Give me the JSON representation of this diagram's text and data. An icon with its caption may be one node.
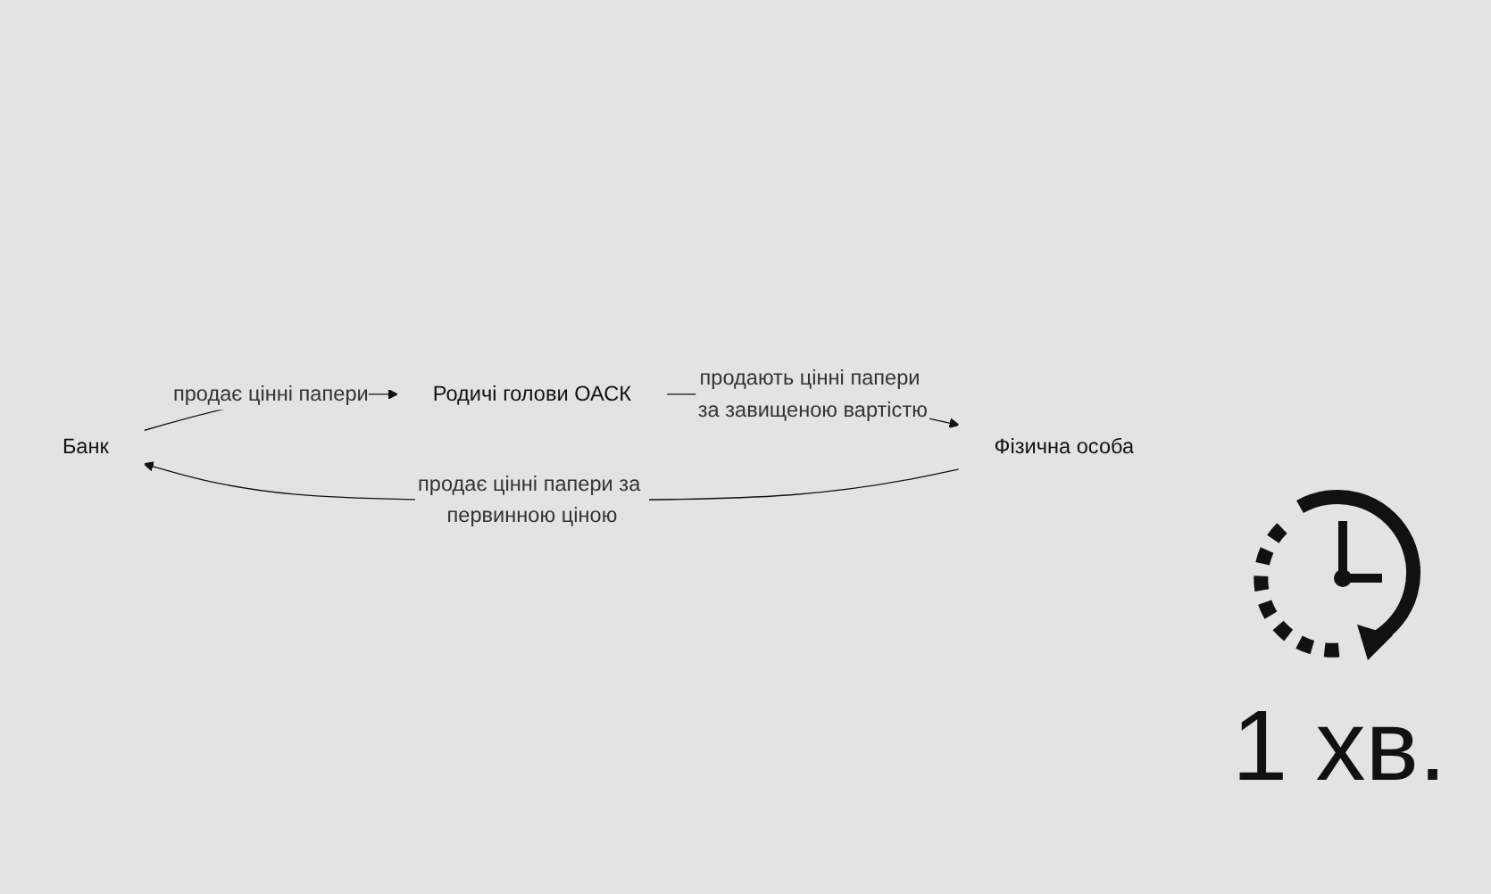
{
  "diagram": {
    "nodes": [
      {
        "text": [
          "Банк"
        ]
      },
      {
        "text": [
          "Родичі голови ОАСК"
        ]
      },
      {
        "text": [
          "Фізична особа"
        ]
      }
    ],
    "edges": [
      {
        "from": 0,
        "to": 1,
        "arrow": "to",
        "label": "продає цінні папери"
      },
      {
        "from": 1,
        "to": 2,
        "arrow": "to",
        "label": "продають цінні папери за завищеною вартістю"
      },
      {
        "from": 2,
        "to": 0,
        "arrow": "to",
        "label": "продає цінні папери за первинною ціною"
      }
    ],
    "labels": [
      "1 хв."
    ]
  }
}
